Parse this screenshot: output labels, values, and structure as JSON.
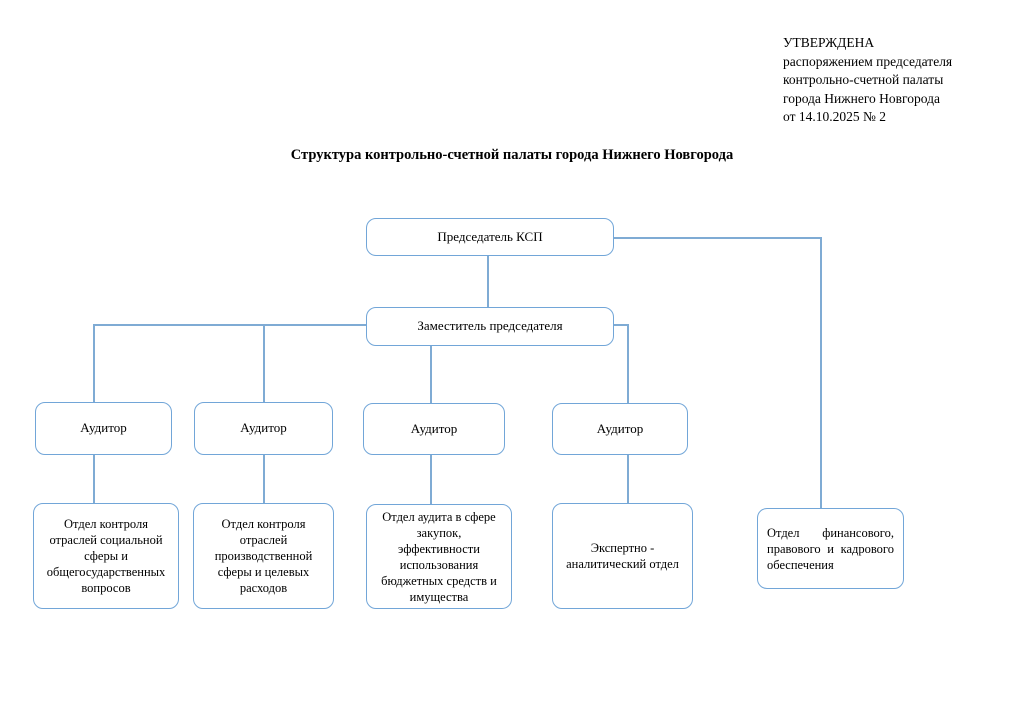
{
  "approval": {
    "lines": [
      "УТВЕРЖДЕНА",
      "распоряжением председателя",
      "контрольно-счетной палаты",
      "города Нижнего Новгорода",
      "от 14.10.2025 № 2"
    ]
  },
  "title": "Структура контрольно-счетной палаты города Нижнего Новгорода",
  "org": {
    "chairman": "Председатель КСП",
    "deputy": "Заместитель председателя",
    "auditors": [
      "Аудитор",
      "Аудитор",
      "Аудитор",
      "Аудитор"
    ],
    "departments": [
      "Отдел контроля отраслей социальной сферы и общегосударственных вопросов",
      "Отдел контроля отраслей производственной сферы и целевых расходов",
      "Отдел аудита в сфере закупок, эффективности использования бюджетных средств и имущества",
      "Экспертно - аналитический отдел",
      "Отдел финансового, правового и кадрового обеспечения"
    ]
  },
  "colors": {
    "box_border": "#72a6d8",
    "connector": "#7fabd4",
    "text": "#000000",
    "background": "#ffffff"
  }
}
